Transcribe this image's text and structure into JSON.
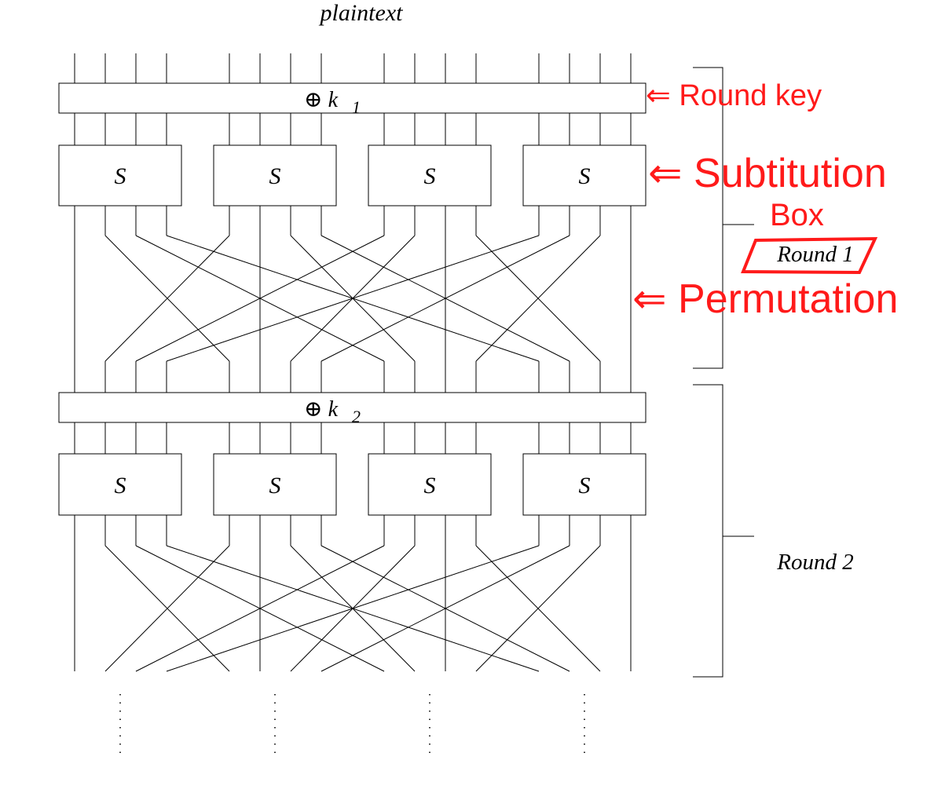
{
  "title": "plaintext",
  "round1": {
    "key_label": "⊕ k",
    "key_index": "1",
    "sbox_labels": [
      "S",
      "S",
      "S",
      "S"
    ],
    "label": "Round 1"
  },
  "round2": {
    "key_label": "⊕ k",
    "key_index": "2",
    "sbox_labels": [
      "S",
      "S",
      "S",
      "S"
    ],
    "label": "Round 2"
  },
  "annotations": {
    "round_key": "⇐ Round key",
    "substitution_line1": "⇐ Subtitution",
    "substitution_line2": "Box",
    "permutation": "⇐ Permutation",
    "color": "#ff1a1a"
  },
  "permutation": [
    0,
    4,
    8,
    12,
    1,
    5,
    9,
    13,
    2,
    6,
    10,
    14,
    3,
    7,
    11,
    15
  ]
}
